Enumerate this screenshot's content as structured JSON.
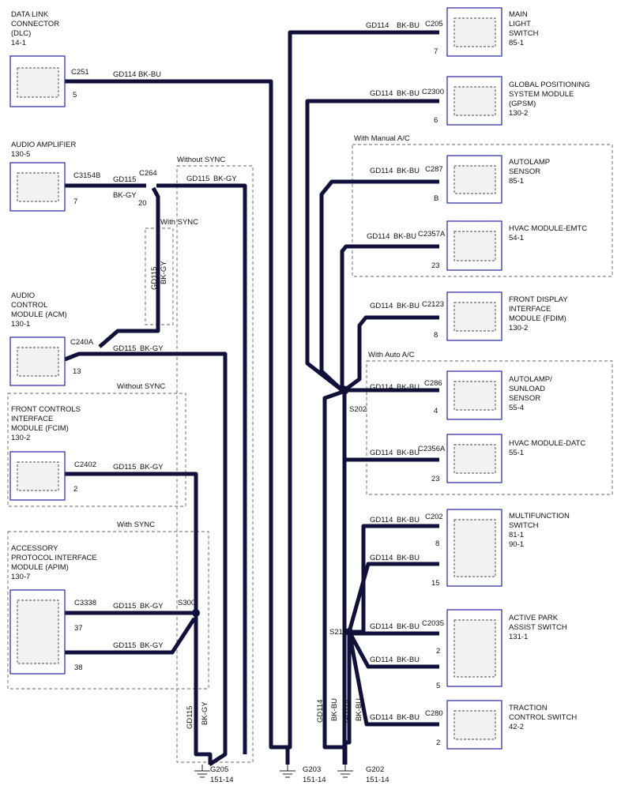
{
  "colors": {
    "wire": "#10103a",
    "module_border": "#3434a8",
    "module_fill": "#f2f2f2"
  },
  "modules": {
    "dlc": [
      "DATA LINK",
      "CONNECTOR",
      "(DLC)",
      "14-1"
    ],
    "audio_amp": [
      "AUDIO AMPLIFIER",
      "130-5"
    ],
    "acm": [
      "AUDIO",
      "CONTROL",
      "MODULE (ACM)",
      "130-1"
    ],
    "fcim": [
      "FRONT CONTROLS",
      "INTERFACE",
      "MODULE (FCIM)",
      "130-2"
    ],
    "apim": [
      "ACCESSORY",
      "PROTOCOL INTERFACE",
      "MODULE (APIM)",
      "130-7"
    ],
    "main_light": [
      "MAIN",
      "LIGHT",
      "SWITCH",
      "85-1"
    ],
    "gpsm": [
      "GLOBAL POSITIONING",
      "SYSTEM MODULE",
      "(GPSM)",
      "130-2"
    ],
    "autolamp": [
      "AUTOLAMP",
      "SENSOR",
      "85-1"
    ],
    "hvac_emtc": [
      "HVAC MODULE-EMTC",
      "54-1"
    ],
    "fdim": [
      "FRONT DISPLAY",
      "INTERFACE",
      "MODULE (FDIM)",
      "130-2"
    ],
    "autolamp_sunload": [
      "AUTOLAMP/",
      "SUNLOAD",
      "SENSOR",
      "55-4"
    ],
    "hvac_datc": [
      "HVAC MODULE-DATC",
      "55-1"
    ],
    "multifunction": [
      "MULTIFUNCTION",
      "SWITCH",
      "81-1",
      "90-1"
    ],
    "active_park": [
      "ACTIVE PARK",
      "ASSIST SWITCH",
      "131-1"
    ],
    "traction": [
      "TRACTION",
      "CONTROL SWITCH",
      "42-2"
    ]
  },
  "connectors": {
    "c251": "C251",
    "c251_pin": "5",
    "c3154b": "C3154B",
    "c3154b_pin": "7",
    "c264": "C264",
    "c264_pin": "20",
    "c240a": "C240A",
    "c240a_pin": "13",
    "c2402": "C2402",
    "c2402_pin": "2",
    "c3338": "C3338",
    "c3338_pin1": "37",
    "c3338_pin2": "38",
    "c205": "C205",
    "c205_pin": "7",
    "c2300": "C2300",
    "c2300_pin": "6",
    "c287": "C287",
    "c287_pin": "B",
    "c2357a": "C2357A",
    "c2357a_pin": "23",
    "c2123": "C2123",
    "c2123_pin": "8",
    "c286": "C286",
    "c286_pin": "4",
    "c2356a": "C2356A",
    "c2356a_pin": "23",
    "c202": "C202",
    "c202_pin1": "8",
    "c202_pin2": "15",
    "c2035": "C2035",
    "c2035_pin1": "2",
    "c2035_pin2": "5",
    "c280": "C280",
    "c280_pin": "2"
  },
  "circuits": {
    "gd114": "GD114",
    "gd115": "GD115",
    "bk_bu": "BK-BU",
    "bk_gy": "BK-GY"
  },
  "options": {
    "without_sync": "Without SYNC",
    "with_sync": "With SYNC",
    "with_manual_ac": "With Manual A/C",
    "with_auto_ac": "With Auto A/C"
  },
  "splices": {
    "s202": "S202",
    "s214": "S214",
    "s300": "S300"
  },
  "grounds": {
    "g205": "G205",
    "g205_loc": "151-14",
    "g203": "G203",
    "g203_loc": "151-14",
    "g202": "G202",
    "g202_loc": "151-14"
  }
}
